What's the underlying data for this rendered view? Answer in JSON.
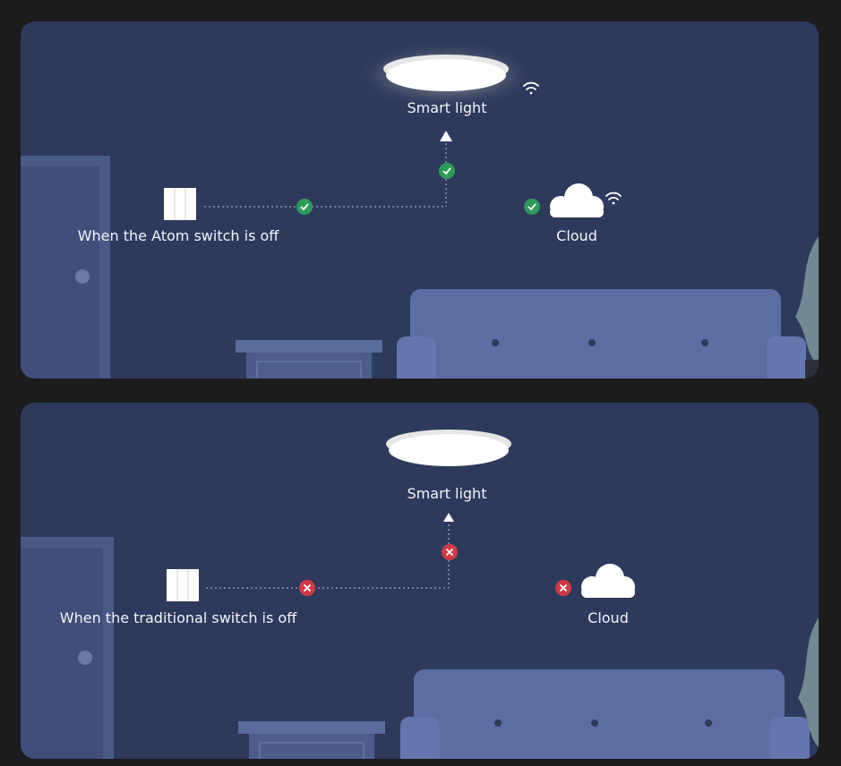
{
  "panels": [
    {
      "light_label": "Smart light",
      "switch_label": "When the Atom switch is off",
      "cloud_label": "Cloud",
      "connection_status": "connected",
      "status_color": "#2e9a5c"
    },
    {
      "light_label": "Smart light",
      "switch_label": "When the traditional switch is off",
      "cloud_label": "Cloud",
      "connection_status": "disconnected",
      "status_color": "#d23a45"
    }
  ]
}
